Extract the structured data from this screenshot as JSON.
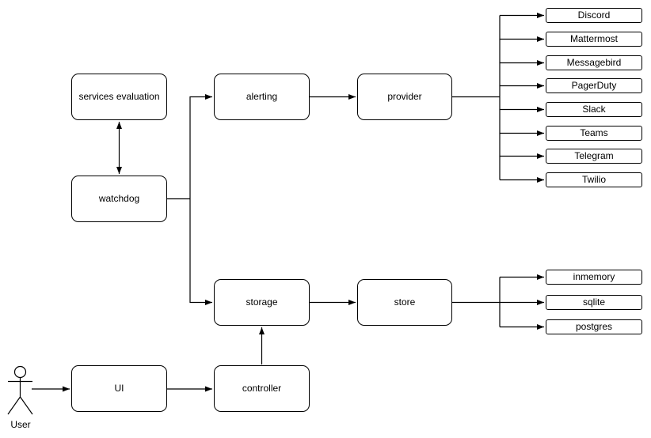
{
  "diagram": {
    "background_color": "#ffffff",
    "stroke_color": "#000000",
    "node_fill_color": "#ffffff",
    "text_color": "#000000",
    "nodes": {
      "services_evaluation": "services evaluation",
      "watchdog": "watchdog",
      "alerting": "alerting",
      "provider": "provider",
      "storage": "storage",
      "store": "store",
      "ui": "UI",
      "controller": "controller"
    },
    "providers": [
      "Discord",
      "Mattermost",
      "Messagebird",
      "PagerDuty",
      "Slack",
      "Teams",
      "Telegram",
      "Twilio"
    ],
    "stores": [
      "inmemory",
      "sqlite",
      "postgres"
    ],
    "actor_label": "User"
  }
}
